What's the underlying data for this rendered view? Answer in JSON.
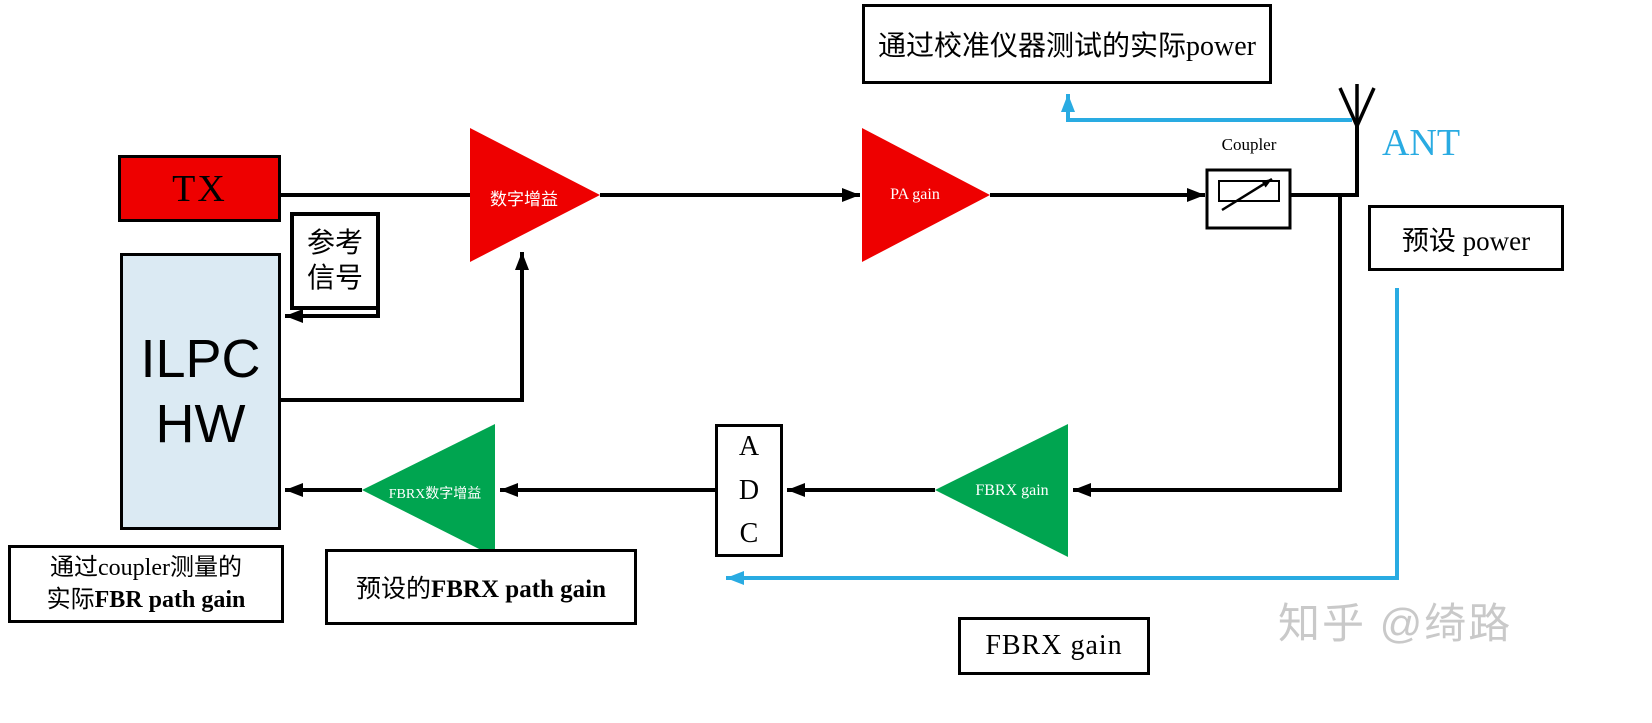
{
  "diagram": {
    "colors": {
      "red": "#ee0000",
      "green": "#00a550",
      "cyan": "#29abe2",
      "ilpc-fill": "#dbeaf3",
      "line": "#000000",
      "watermark": "#c9c9c9"
    },
    "nodes": {
      "tx": {
        "label": "TX"
      },
      "ref_signal": {
        "line1": "参考",
        "line2": "信号"
      },
      "ilpc": {
        "line1": "ILPC",
        "line2": "HW"
      },
      "digital_gain": {
        "label": "数字增益"
      },
      "pa_gain": {
        "label": "PA gain"
      },
      "coupler": {
        "label": "Coupler"
      },
      "ant": {
        "label": "ANT"
      },
      "adc": {
        "line1": "A",
        "line2": "D",
        "line3": "C"
      },
      "fbrx_gain_amp": {
        "label": "FBRX gain"
      },
      "fbrx_digital_gain": {
        "label": "FBRX数字增益"
      }
    },
    "annotations": {
      "measured_power": {
        "label": "通过校准仪器测试的实际power"
      },
      "preset_power": {
        "label": "预设 power"
      },
      "measured_fbr_path": {
        "line1": "通过coupler测量的",
        "line2_prefix": "实际",
        "line2_latin": "FBR path gain"
      },
      "preset_fbrx_path": {
        "prefix": "预设的",
        "latin": "FBRX path gain"
      },
      "fbrx_gain": {
        "label": "FBRX gain"
      }
    },
    "watermark": "知乎 @绮路"
  }
}
